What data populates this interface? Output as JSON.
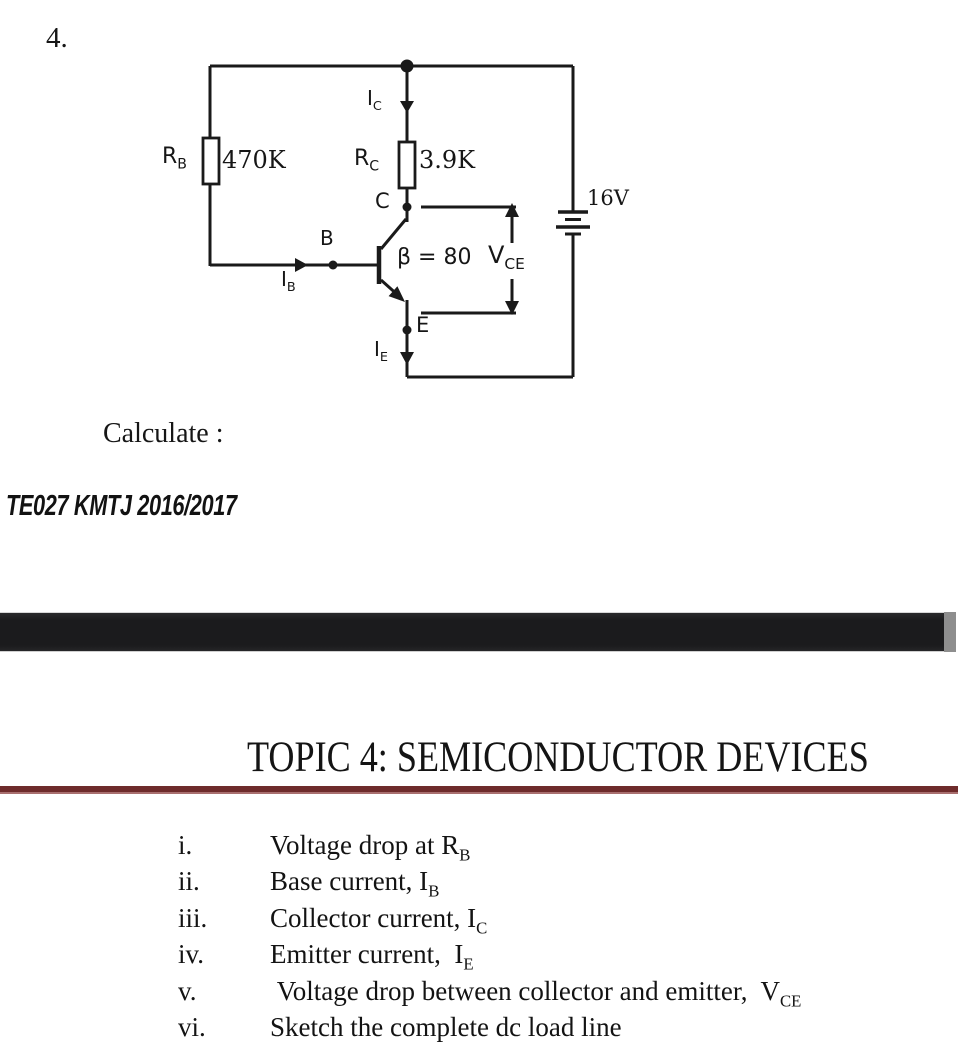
{
  "page": {
    "question_number": "4.",
    "calculate_label": "Calculate :",
    "source_ref": "TE027 KMTJ 2016/2017"
  },
  "circuit": {
    "rb": {
      "name": "R",
      "sub": "B",
      "value": "470K"
    },
    "rc": {
      "name": "R",
      "sub": "C",
      "value": "3.9K"
    },
    "ic": {
      "name": "I",
      "sub": "C"
    },
    "ib": {
      "name": "I",
      "sub": "B"
    },
    "ie": {
      "name": "I",
      "sub": "E"
    },
    "nodes": {
      "b": "B",
      "c": "C",
      "e": "E"
    },
    "beta": "β = 80",
    "vce": {
      "name": "V",
      "sub": "CE"
    },
    "supply": "16V"
  },
  "section": {
    "title": "TOPIC 4: SEMICONDUCTOR DEVICES"
  },
  "tasks": [
    {
      "num": "i.",
      "text": "Voltage drop at R",
      "sub": "B"
    },
    {
      "num": "ii.",
      "text": "Base current, I",
      "sub": "B"
    },
    {
      "num": "iii.",
      "text": "Collector current, I",
      "sub": "C"
    },
    {
      "num": "iv.",
      "text": "Emitter current,  I",
      "sub": "E"
    },
    {
      "num": "v.",
      "text": " Voltage drop between collector and emitter,  V",
      "sub": "CE"
    },
    {
      "num": "vi.",
      "text": "Sketch the complete dc load line",
      "sub": ""
    }
  ],
  "colors": {
    "accent_rule": "#6e2b2b",
    "divider_bar": "#1d1d1f",
    "ink": "#1a1a1a"
  }
}
